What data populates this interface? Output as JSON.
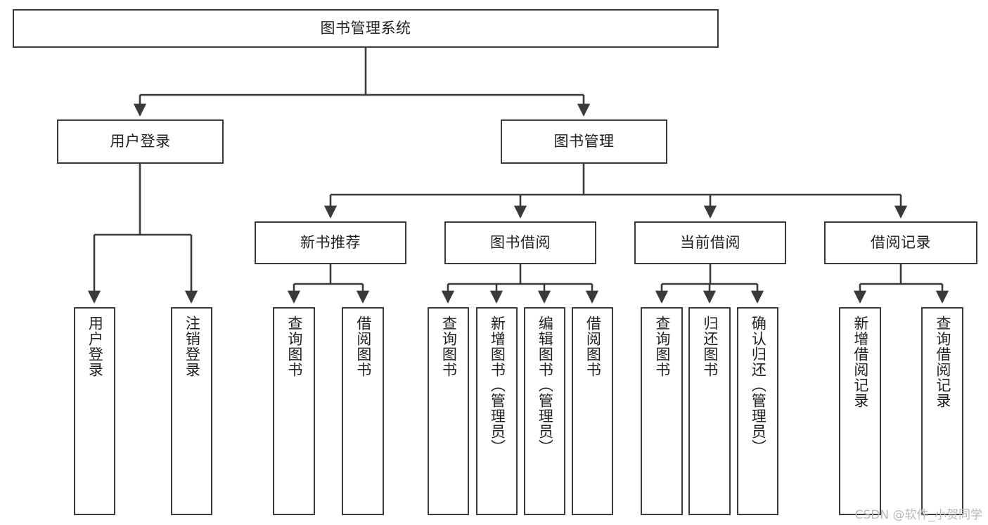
{
  "diagram": {
    "type": "tree-hierarchy",
    "title": "图书管理系统",
    "watermark": "CSDN @软件_小贺同学",
    "colors": {
      "stroke": "#3a3a3a",
      "box_fill": "#ffffff",
      "text": "#1f1f1f",
      "watermark": "#b9b9b9",
      "background": "#ffffff"
    },
    "nodes": {
      "root": {
        "label": "图书管理系统"
      },
      "level2": [
        {
          "id": "user-login",
          "label": "用户登录"
        },
        {
          "id": "book-manage",
          "label": "图书管理"
        }
      ],
      "level3": [
        {
          "id": "new-book-recommend",
          "label": "新书推荐"
        },
        {
          "id": "book-borrow",
          "label": "图书借阅"
        },
        {
          "id": "current-borrow",
          "label": "当前借阅"
        },
        {
          "id": "borrow-record",
          "label": "借阅记录"
        }
      ],
      "leaves": {
        "user-login": [
          {
            "id": "leaf-user-login",
            "label": "用户登录"
          },
          {
            "id": "leaf-logout-login",
            "label": "注销登录"
          }
        ],
        "new-book-recommend": [
          {
            "id": "leaf-query-book-1",
            "label": "查询图书"
          },
          {
            "id": "leaf-borrow-book-1",
            "label": "借阅图书"
          }
        ],
        "book-borrow": [
          {
            "id": "leaf-query-book-2",
            "label": "查询图书"
          },
          {
            "id": "leaf-add-book",
            "label": "新增图书（管理员）"
          },
          {
            "id": "leaf-edit-book",
            "label": "编辑图书（管理员）"
          },
          {
            "id": "leaf-borrow-book-2",
            "label": "借阅图书"
          }
        ],
        "current-borrow": [
          {
            "id": "leaf-query-book-3",
            "label": "查询图书"
          },
          {
            "id": "leaf-return-book",
            "label": "归还图书"
          },
          {
            "id": "leaf-confirm-return",
            "label": "确认归还（管理员）"
          }
        ],
        "borrow-record": [
          {
            "id": "leaf-add-record",
            "label": "新增借阅记录"
          },
          {
            "id": "leaf-query-record",
            "label": "查询借阅记录"
          }
        ]
      }
    }
  }
}
